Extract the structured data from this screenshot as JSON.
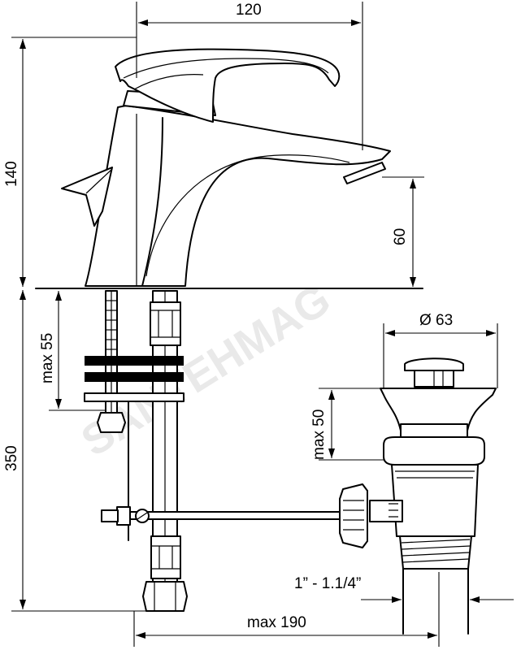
{
  "dimensions": {
    "top_width": "120",
    "total_height": "140",
    "spout_height": "60",
    "max_thickness": "max 55",
    "drain_diameter": "Ø 63",
    "drain_max": "max 50",
    "below_height": "350",
    "thread_size": "1” - 1.1/4”",
    "max_reach": "max 190"
  },
  "watermark": "SANTEHMAG"
}
